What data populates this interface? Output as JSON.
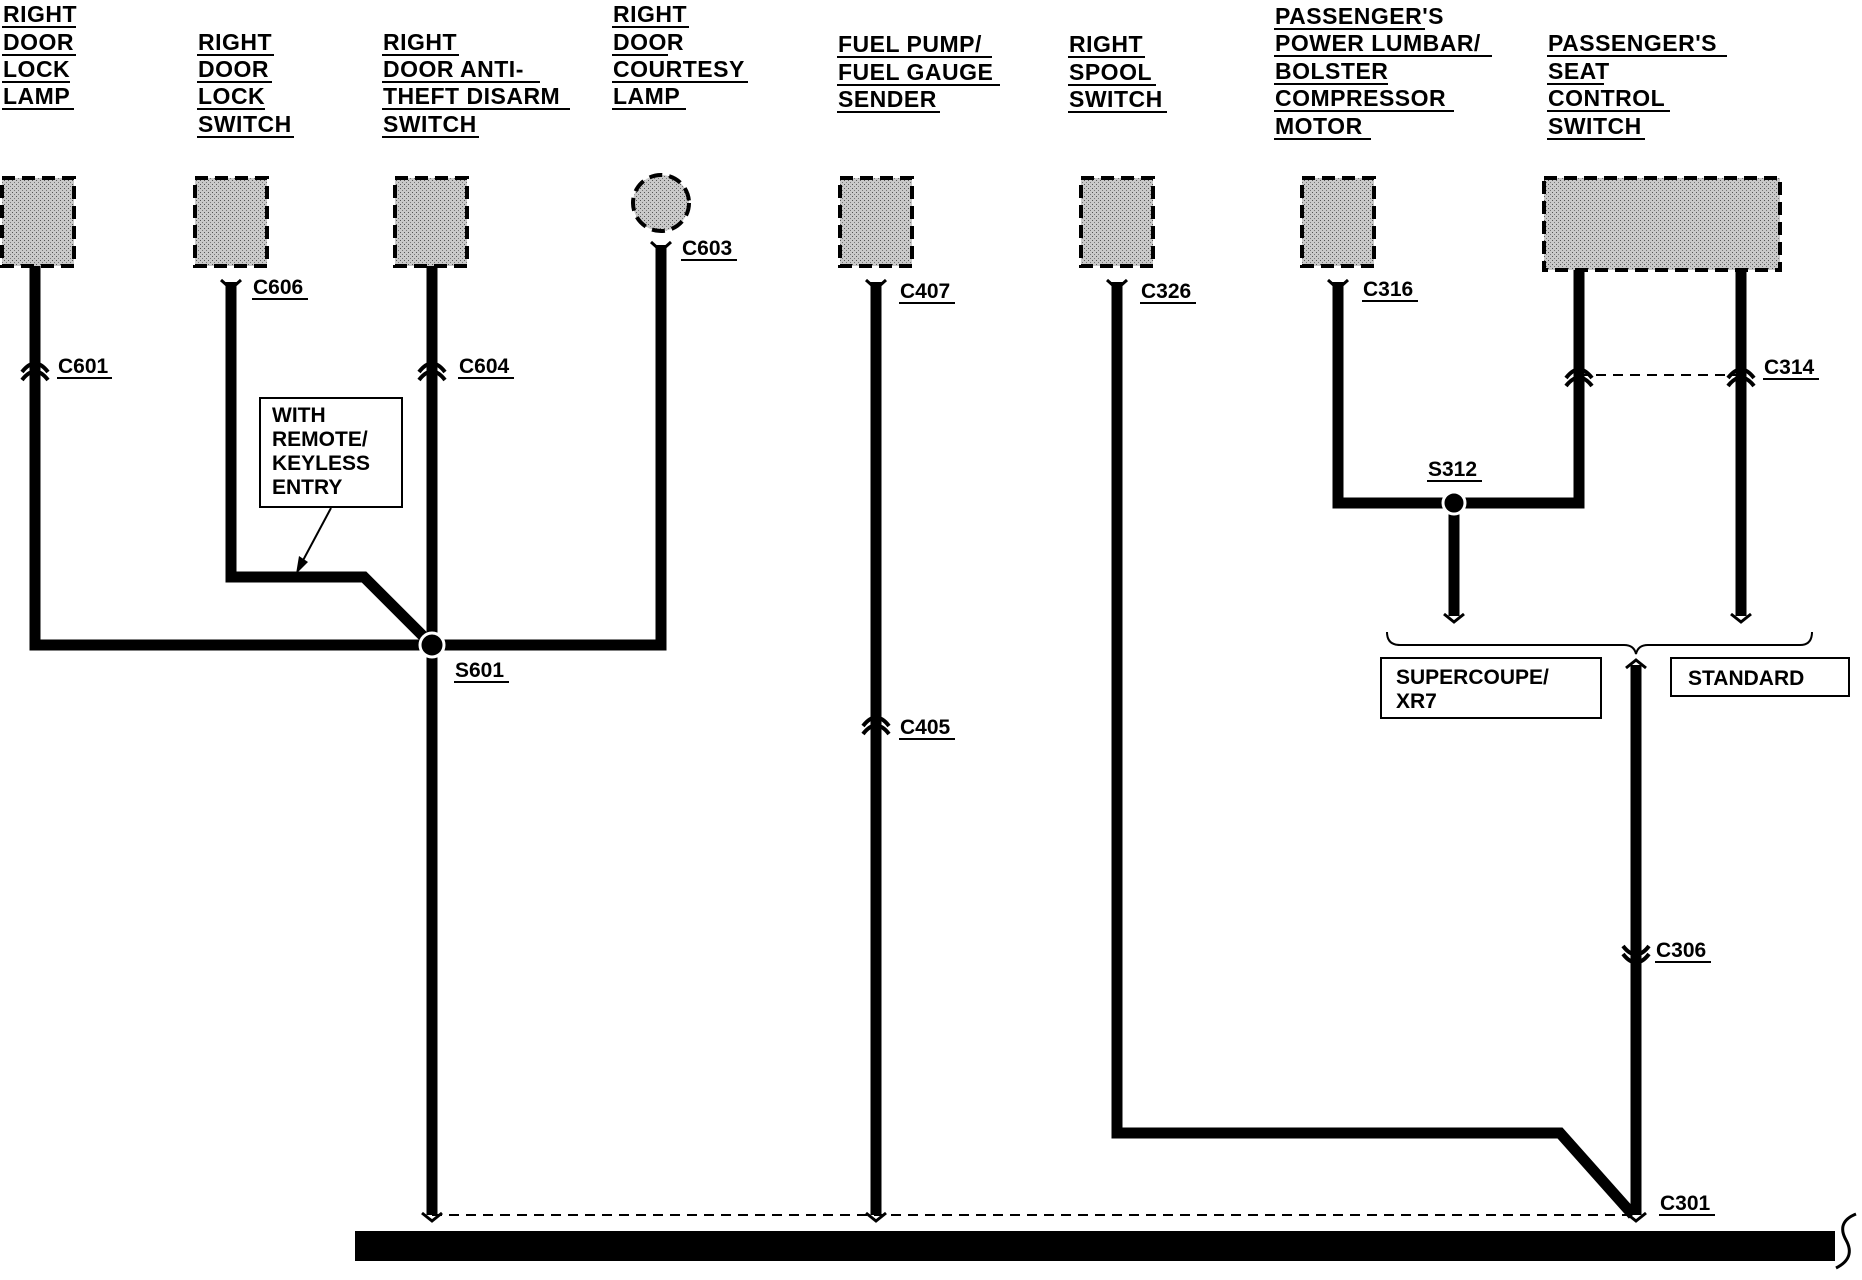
{
  "components": [
    {
      "id": "right-door-lock-lamp",
      "lines": [
        "RIGHT",
        "DOOR",
        "LOCK",
        "LAMP"
      ]
    },
    {
      "id": "right-door-lock-switch",
      "lines": [
        "RIGHT",
        "DOOR",
        "LOCK",
        "SWITCH"
      ]
    },
    {
      "id": "right-door-anti-theft-disarm-switch",
      "lines": [
        "RIGHT",
        "DOOR ANTI-",
        "THEFT DISARM",
        "SWITCH"
      ]
    },
    {
      "id": "right-door-courtesy-lamp",
      "lines": [
        "RIGHT",
        "DOOR",
        "COURTESY",
        "LAMP"
      ]
    },
    {
      "id": "fuel-pump-fuel-gauge-sender",
      "lines": [
        "FUEL PUMP/",
        "FUEL GAUGE",
        "SENDER"
      ]
    },
    {
      "id": "right-spool-switch",
      "lines": [
        "RIGHT",
        "SPOOL",
        "SWITCH"
      ]
    },
    {
      "id": "passengers-power-lumbar-bolster-compressor-motor",
      "lines": [
        "PASSENGER'S",
        "POWER LUMBAR/",
        "BOLSTER",
        "COMPRESSOR",
        "MOTOR"
      ]
    },
    {
      "id": "passengers-seat-control-switch",
      "lines": [
        "PASSENGER'S",
        "SEAT",
        "CONTROL",
        "SWITCH"
      ]
    }
  ],
  "connectors": {
    "c601": "C601",
    "c606": "C606",
    "c604": "C604",
    "c603": "C603",
    "c407": "C407",
    "c405": "C405",
    "c326": "C326",
    "c316": "C316",
    "c314": "C314",
    "c306": "C306",
    "c301": "C301"
  },
  "splices": {
    "s601": "S601",
    "s312": "S312"
  },
  "notes": {
    "remote_keyless": [
      "WITH",
      "REMOTE/",
      "KEYLESS",
      "ENTRY"
    ],
    "supercoupe": [
      "SUPERCOUPE/",
      "XR7"
    ],
    "standard": "STANDARD"
  }
}
